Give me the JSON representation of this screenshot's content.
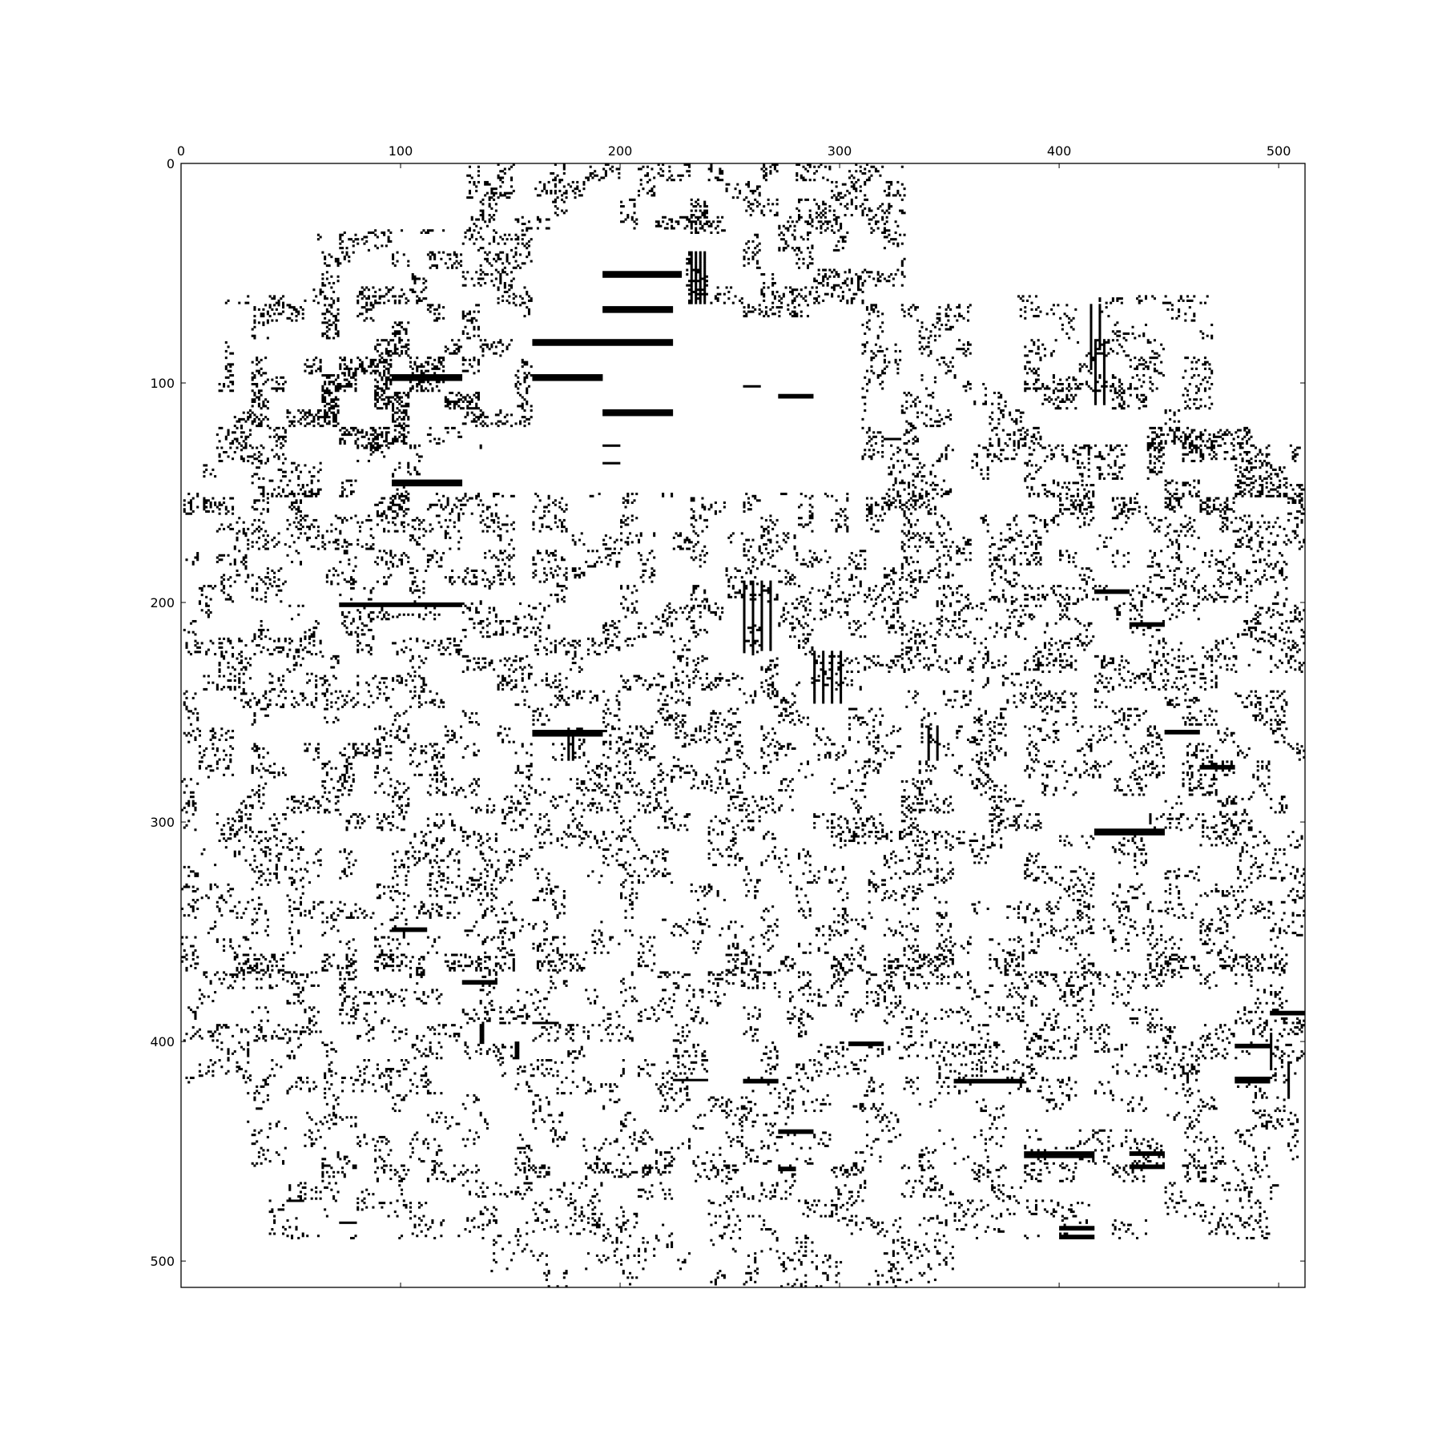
{
  "chart_data": {
    "type": "heatmap",
    "subtype": "sparsity-pattern",
    "title": "",
    "xlabel": "",
    "ylabel": "",
    "shape": [
      512,
      512
    ],
    "xlim": [
      0,
      512
    ],
    "ylim": [
      512,
      0
    ],
    "x_axis_position": "top",
    "y_axis_inverted": true,
    "grid": false,
    "legend": "none",
    "colors": {
      "nonzero": "#000000",
      "zero": "#ffffff",
      "frame": "#000000"
    },
    "x_ticks": [
      0,
      100,
      200,
      300,
      400,
      500
    ],
    "y_ticks": [
      0,
      100,
      200,
      300,
      400,
      500
    ],
    "x_tick_labels": [
      "0",
      "100",
      "200",
      "300",
      "400",
      "500"
    ],
    "y_tick_labels": [
      "0",
      "100",
      "200",
      "300",
      "400",
      "500"
    ],
    "runs_note_units": "[row, col_start, length] in matrix index units",
    "dense_runs": [
      [
        49,
        192,
        36
      ],
      [
        50,
        192,
        36
      ],
      [
        51,
        192,
        36
      ],
      [
        65,
        192,
        32
      ],
      [
        66,
        192,
        32
      ],
      [
        67,
        192,
        32
      ],
      [
        80,
        160,
        64
      ],
      [
        81,
        160,
        64
      ],
      [
        82,
        160,
        64
      ],
      [
        96,
        96,
        32
      ],
      [
        97,
        96,
        32
      ],
      [
        98,
        96,
        32
      ],
      [
        96,
        160,
        32
      ],
      [
        97,
        160,
        32
      ],
      [
        98,
        160,
        32
      ],
      [
        112,
        192,
        32
      ],
      [
        113,
        192,
        32
      ],
      [
        114,
        192,
        32
      ],
      [
        144,
        96,
        32
      ],
      [
        145,
        96,
        32
      ],
      [
        146,
        96,
        32
      ],
      [
        128,
        192,
        8
      ],
      [
        136,
        192,
        8
      ],
      [
        200,
        72,
        56
      ],
      [
        201,
        72,
        56
      ],
      [
        258,
        160,
        32
      ],
      [
        259,
        160,
        32
      ],
      [
        260,
        160,
        32
      ],
      [
        303,
        416,
        32
      ],
      [
        304,
        416,
        32
      ],
      [
        305,
        416,
        32
      ],
      [
        450,
        384,
        32
      ],
      [
        451,
        384,
        32
      ],
      [
        452,
        384,
        32
      ],
      [
        450,
        432,
        16
      ],
      [
        451,
        432,
        16
      ],
      [
        456,
        432,
        16
      ],
      [
        457,
        432,
        16
      ],
      [
        484,
        400,
        16
      ],
      [
        485,
        400,
        16
      ],
      [
        488,
        400,
        16
      ],
      [
        489,
        400,
        16
      ],
      [
        125,
        320,
        8
      ],
      [
        194,
        416,
        16
      ],
      [
        195,
        416,
        16
      ],
      [
        209,
        432,
        16
      ],
      [
        210,
        432,
        16
      ],
      [
        258,
        448,
        16
      ],
      [
        259,
        448,
        16
      ],
      [
        274,
        464,
        16
      ],
      [
        275,
        464,
        16
      ],
      [
        401,
        480,
        16
      ],
      [
        402,
        480,
        16
      ],
      [
        386,
        496,
        16
      ],
      [
        387,
        496,
        16
      ],
      [
        416,
        480,
        16
      ],
      [
        417,
        480,
        16
      ],
      [
        418,
        480,
        16
      ],
      [
        400,
        304,
        16
      ],
      [
        401,
        304,
        16
      ],
      [
        417,
        224,
        16
      ],
      [
        417,
        256,
        16
      ],
      [
        418,
        256,
        16
      ],
      [
        417,
        352,
        16
      ],
      [
        418,
        352,
        16
      ],
      [
        417,
        368,
        16
      ],
      [
        418,
        368,
        16
      ],
      [
        440,
        272,
        16
      ],
      [
        441,
        272,
        16
      ],
      [
        457,
        272,
        8
      ],
      [
        458,
        272,
        8
      ],
      [
        348,
        96,
        16
      ],
      [
        349,
        96,
        16
      ],
      [
        372,
        128,
        16
      ],
      [
        373,
        128,
        16
      ],
      [
        391,
        160,
        12
      ],
      [
        472,
        48,
        8
      ],
      [
        482,
        72,
        8
      ],
      [
        105,
        272,
        16
      ],
      [
        106,
        272,
        16
      ],
      [
        101,
        256,
        8
      ]
    ],
    "dense_cols": [
      [
        40,
        232,
        24
      ],
      [
        40,
        234,
        24
      ],
      [
        40,
        236,
        24
      ],
      [
        40,
        238,
        24
      ],
      [
        64,
        414,
        30
      ],
      [
        64,
        418,
        20
      ],
      [
        80,
        416,
        30
      ],
      [
        80,
        420,
        30
      ],
      [
        190,
        256,
        32
      ],
      [
        190,
        260,
        32
      ],
      [
        190,
        264,
        32
      ],
      [
        190,
        268,
        32
      ],
      [
        222,
        288,
        24
      ],
      [
        222,
        292,
        24
      ],
      [
        222,
        296,
        24
      ],
      [
        222,
        300,
        24
      ],
      [
        260,
        176,
        12
      ],
      [
        260,
        178,
        12
      ],
      [
        392,
        136,
        8
      ],
      [
        392,
        137,
        8
      ],
      [
        400,
        152,
        8
      ],
      [
        400,
        153,
        8
      ],
      [
        256,
        340,
        16
      ],
      [
        256,
        344,
        16
      ],
      [
        396,
        496,
        16
      ],
      [
        410,
        504,
        16
      ]
    ],
    "sparse_regions": [
      [
        0,
        130,
        30,
        110,
        0.22
      ],
      [
        0,
        230,
        70,
        100,
        0.2
      ],
      [
        30,
        60,
        90,
        100,
        0.18
      ],
      [
        60,
        20,
        70,
        120,
        0.2
      ],
      [
        100,
        10,
        60,
        100,
        0.15
      ],
      [
        60,
        310,
        40,
        50,
        0.15
      ],
      [
        60,
        380,
        70,
        90,
        0.16
      ],
      [
        100,
        310,
        60,
        120,
        0.16
      ],
      [
        120,
        440,
        40,
        72,
        0.25
      ],
      [
        150,
        0,
        80,
        512,
        0.16
      ],
      [
        230,
        0,
        80,
        512,
        0.16
      ],
      [
        310,
        0,
        60,
        512,
        0.13
      ],
      [
        360,
        0,
        60,
        512,
        0.14
      ],
      [
        420,
        30,
        40,
        480,
        0.12
      ],
      [
        455,
        40,
        35,
        460,
        0.12
      ],
      [
        490,
        140,
        22,
        220,
        0.1
      ]
    ]
  }
}
